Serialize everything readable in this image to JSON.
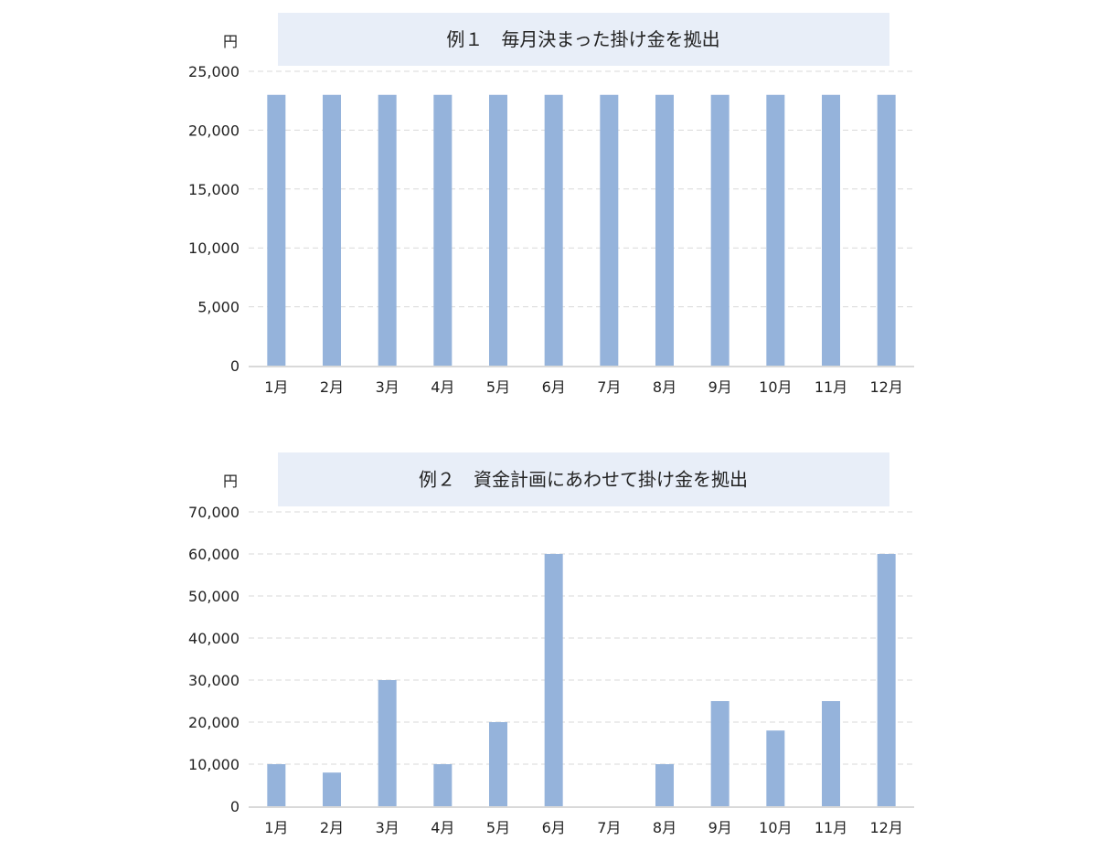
{
  "chart_data": [
    {
      "type": "bar",
      "title": "例１　毎月決まった掛け金を拠出",
      "ylabel": "円",
      "xlabel": "",
      "categories": [
        "1月",
        "2月",
        "3月",
        "4月",
        "5月",
        "6月",
        "7月",
        "8月",
        "9月",
        "10月",
        "11月",
        "12月"
      ],
      "values": [
        23000,
        23000,
        23000,
        23000,
        23000,
        23000,
        23000,
        23000,
        23000,
        23000,
        23000,
        23000
      ],
      "ylim": [
        0,
        25000
      ],
      "yticks": [
        0,
        5000,
        10000,
        15000,
        20000,
        25000
      ],
      "ytick_labels": [
        "0",
        "5,000",
        "10,000",
        "15,000",
        "20,000",
        "25,000"
      ],
      "grid": true,
      "bar_color": "#95b3db",
      "title_bg": "#e8eef8"
    },
    {
      "type": "bar",
      "title": "例２　資金計画にあわせて掛け金を拠出",
      "ylabel": "円",
      "xlabel": "",
      "categories": [
        "1月",
        "2月",
        "3月",
        "4月",
        "5月",
        "6月",
        "7月",
        "8月",
        "9月",
        "10月",
        "11月",
        "12月"
      ],
      "values": [
        10000,
        8000,
        30000,
        10000,
        20000,
        60000,
        0,
        10000,
        25000,
        18000,
        25000,
        60000
      ],
      "ylim": [
        0,
        70000
      ],
      "yticks": [
        0,
        10000,
        20000,
        30000,
        40000,
        50000,
        60000,
        70000
      ],
      "ytick_labels": [
        "0",
        "10,000",
        "20,000",
        "30,000",
        "40,000",
        "50,000",
        "60,000",
        "70,000"
      ],
      "grid": true,
      "bar_color": "#95b3db",
      "title_bg": "#e8eef8"
    }
  ]
}
